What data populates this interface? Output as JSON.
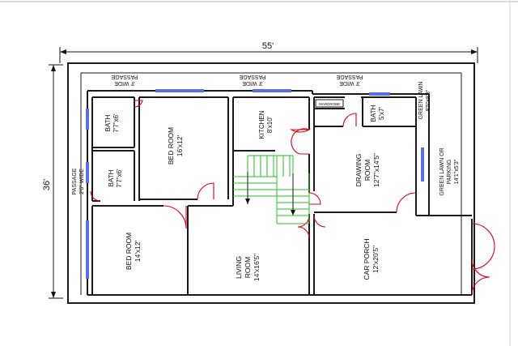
{
  "dimensions": {
    "width_label": "55'",
    "height_label": "36'"
  },
  "passages": {
    "top": [
      "3' WIDE",
      "PASSAGE"
    ],
    "side": [
      "PASSAGE",
      "2'6\" WIDE"
    ]
  },
  "rooms": {
    "bath_1": {
      "name": "BATH",
      "size": "7'7\"x6'"
    },
    "bath_2": {
      "name": "BATH",
      "size": "7'7\"x6'"
    },
    "bed_room_1": {
      "name": "BED ROOM",
      "size": "16'x12'"
    },
    "bed_room_2": {
      "name": "BED ROOM",
      "size": "14'x12'"
    },
    "kitchen": {
      "name": "KITCHEN",
      "size": "8'x10'"
    },
    "bath_3": {
      "name": "BATH",
      "size": "5'x7'"
    },
    "drawing_room": {
      "name": "DRAWING",
      "name2": "ROOM",
      "size": "12'7\"x14'5\""
    },
    "living_room": {
      "name": "LIVING",
      "name2": "ROOM",
      "size": "14'x16'5\""
    },
    "car_porch": {
      "name": "CAR PORCH",
      "size": "12'x20'5\""
    }
  },
  "lawns": {
    "small": {
      "name": "GREEN LAWN",
      "size": "8'5\"x8'3\""
    },
    "large": {
      "name": "GREEN LAWN OR",
      "name2": "PARKING",
      "size": "14'1\"x5'3\""
    }
  },
  "fixtures": {
    "wardrobe": "WARDROBE"
  },
  "colors": {
    "wall": "#1a1a1a",
    "door": "#e0001b",
    "window": "#5b6ee1",
    "stair": "#22c422"
  }
}
